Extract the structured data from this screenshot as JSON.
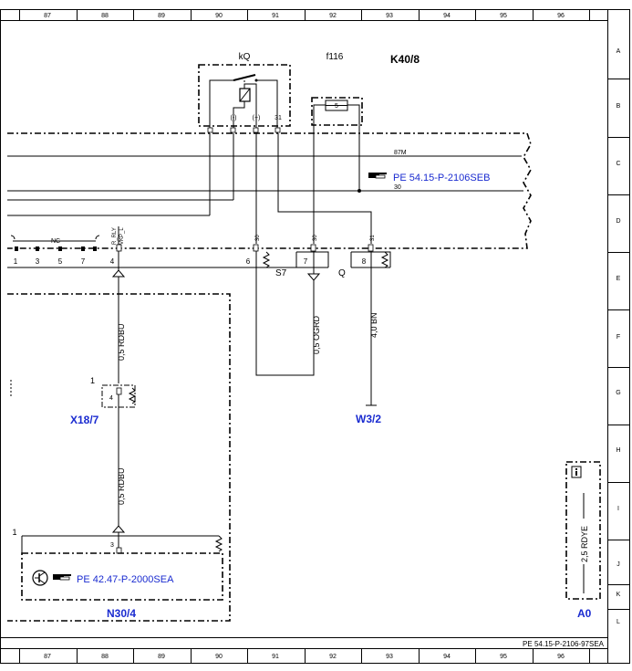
{
  "frame": {
    "columns": [
      "87",
      "88",
      "89",
      "90",
      "91",
      "92",
      "93",
      "94",
      "95",
      "96"
    ],
    "rows": [
      "A",
      "B",
      "C",
      "D",
      "E",
      "F",
      "G",
      "H",
      "I",
      "J",
      "K",
      "L"
    ],
    "sheet_ref": "PE 54.15-P-2106-97SEA"
  },
  "k40_8": {
    "name": "K40/8",
    "relay_label": "kQ",
    "fuse_label": "f116",
    "fuse_value": "5",
    "relay_pins": [
      "(-)",
      "(+)",
      "31"
    ],
    "rail_87m": "87M",
    "rail_30": "30",
    "ref": "PE 54.15-P-2106SEB",
    "nc_label": "NC",
    "pins": [
      "1",
      "3",
      "5",
      "7",
      "4",
      "6",
      "7",
      "8"
    ],
    "pin4_names": [
      "R_RLY",
      "VKP_L"
    ],
    "top_pins": [
      "30",
      "30",
      "31"
    ],
    "switch_s7": "S7",
    "switch_q": "Q"
  },
  "wires": {
    "rdbu_1": "0,5 RDBU",
    "rdbu_2": "0,5 RDBU",
    "ogrd": "0,5 OGRD",
    "bn": "4,0 BN",
    "rdye": "2,5 RDYE"
  },
  "x18_7": {
    "name": "X18/7",
    "pin_outer": "1",
    "pin_inner": "4"
  },
  "n30_4": {
    "name": "N30/4",
    "pin_outer": "1",
    "pin_inner": "3",
    "ref": "PE 42.47-P-2000SEA"
  },
  "w3_2": {
    "name": "W3/2"
  },
  "a0": {
    "name": "A0"
  }
}
